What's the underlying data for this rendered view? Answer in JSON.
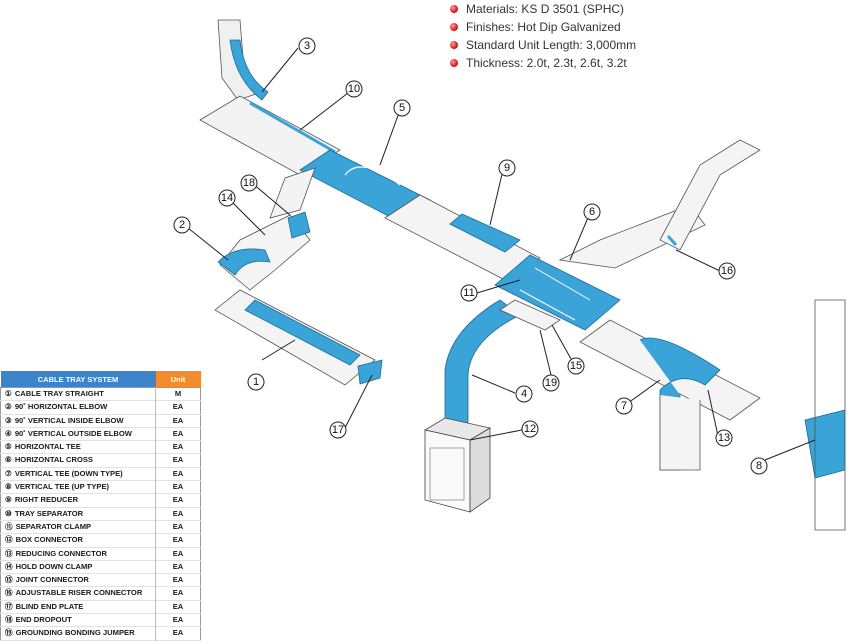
{
  "specs": [
    "Materials: KS D 3501 (SPHC)",
    "Finishes: Hot Dip Galvanized",
    "Standard Unit Length: 3,000mm",
    "Thickness: 2.0t, 2.3t, 2.6t, 3.2t"
  ],
  "table": {
    "header_name": "CABLE TRAY SYSTEM",
    "header_unit": "Unit",
    "rows": [
      {
        "num": "①",
        "name": "CABLE TRAY STRAIGHT",
        "unit": "M"
      },
      {
        "num": "②",
        "name": "90˚ HORIZONTAL ELBOW",
        "unit": "EA"
      },
      {
        "num": "③",
        "name": "90˚ VERTICAL INSIDE ELBOW",
        "unit": "EA"
      },
      {
        "num": "④",
        "name": "90˚ VERTICAL OUTSIDE ELBOW",
        "unit": "EA"
      },
      {
        "num": "⑤",
        "name": "HORIZONTAL TEE",
        "unit": "EA"
      },
      {
        "num": "⑥",
        "name": "HORIZONTAL CROSS",
        "unit": "EA"
      },
      {
        "num": "⑦",
        "name": "VERTICAL TEE (DOWN TYPE)",
        "unit": "EA"
      },
      {
        "num": "⑧",
        "name": "VERTICAL TEE (UP TYPE)",
        "unit": "EA"
      },
      {
        "num": "⑨",
        "name": "RIGHT REDUCER",
        "unit": "EA"
      },
      {
        "num": "⑩",
        "name": "TRAY SEPARATOR",
        "unit": "EA"
      },
      {
        "num": "⑪",
        "name": "SEPARATOR CLAMP",
        "unit": "EA"
      },
      {
        "num": "⑫",
        "name": "BOX CONNECTOR",
        "unit": "EA"
      },
      {
        "num": "⑬",
        "name": "REDUCING CONNECTOR",
        "unit": "EA"
      },
      {
        "num": "⑭",
        "name": "HOLD DOWN CLAMP",
        "unit": "EA"
      },
      {
        "num": "⑮",
        "name": "JOINT CONNECTOR",
        "unit": "EA"
      },
      {
        "num": "⑯",
        "name": "ADJUSTABLE RISER CONNECTOR",
        "unit": "EA"
      },
      {
        "num": "⑰",
        "name": "BLIND END PLATE",
        "unit": "EA"
      },
      {
        "num": "⑱",
        "name": "END DROPOUT",
        "unit": "EA"
      },
      {
        "num": "⑲",
        "name": "GROUNDING BONDING JUMPER",
        "unit": "EA"
      }
    ]
  },
  "callouts": [
    "1",
    "2",
    "3",
    "4",
    "5",
    "6",
    "7",
    "8",
    "9",
    "10",
    "11",
    "12",
    "13",
    "14",
    "15",
    "16",
    "17",
    "18",
    "19"
  ],
  "colors": {
    "tray_highlight": "#3aa3d8",
    "table_header": "#3b84c9",
    "unit_header": "#f28a2e",
    "bullet": "#d61f1f"
  }
}
